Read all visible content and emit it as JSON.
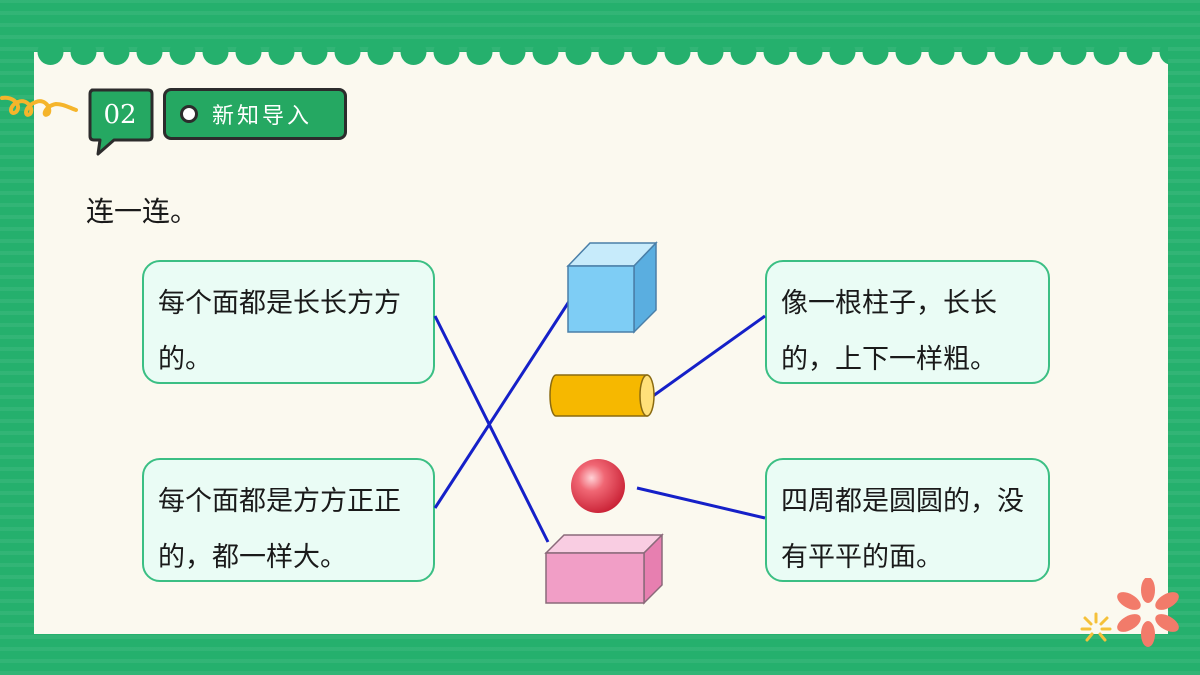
{
  "header": {
    "section_number": "02",
    "section_title": "新知导入"
  },
  "instruction": "连一连。",
  "descriptions": {
    "left_top": "每个面都是长长方方的。",
    "left_bottom": "每个面都是方方正正的，都一样大。",
    "right_top": "像一根柱子，长长的，上下一样粗。",
    "right_bottom": "四周都是圆圆的，没有平平的面。"
  },
  "shapes": [
    "cube",
    "cylinder",
    "sphere",
    "cuboid"
  ],
  "connections": [
    {
      "from": "left_top",
      "to": "cuboid"
    },
    {
      "from": "left_bottom",
      "to": "cube"
    },
    {
      "from": "right_top",
      "to": "cylinder"
    },
    {
      "from": "right_bottom",
      "to": "sphere"
    }
  ],
  "colors": {
    "frame_green": "#25b06d",
    "paper": "#fbf9ef",
    "card_fill": "#eafcf5",
    "card_border": "#3bbf84",
    "line_blue": "#1520c8",
    "cube": "#7ecdf5",
    "cylinder": "#f6b800",
    "sphere": "#e43c4c",
    "cuboid": "#f19ec6"
  }
}
